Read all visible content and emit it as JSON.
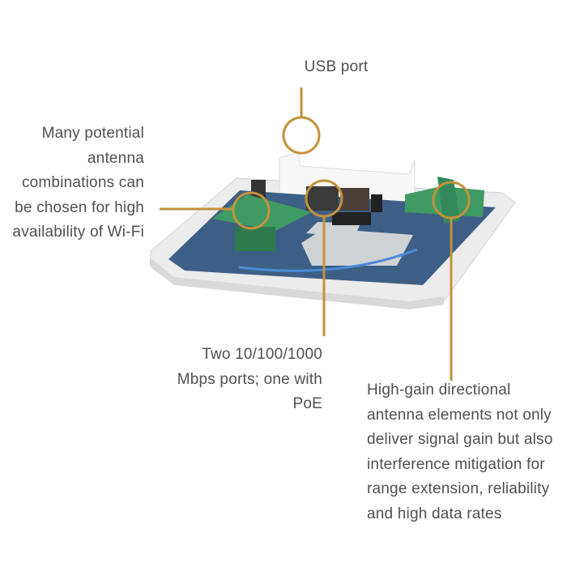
{
  "callouts": {
    "usb": {
      "lines": [
        "USB port"
      ]
    },
    "antenna_combinations": {
      "lines": [
        "Many potential",
        "antenna",
        "combinations can",
        "be chosen for high",
        "availability of Wi-Fi"
      ]
    },
    "ethernet_ports": {
      "lines": [
        "Two 10/100/1000",
        "Mbps ports; one with",
        "PoE"
      ]
    },
    "directional_antenna": {
      "lines": [
        "High-gain directional",
        "antenna elements not only",
        "deliver signal gain but also",
        "interference mitigation for",
        "range extension, reliability",
        "and high data rates"
      ]
    }
  },
  "colors": {
    "accent": "#c4923a",
    "board": "#3d5f86",
    "pcb_green": "#3f9a63",
    "shell": "#eeeeee"
  }
}
